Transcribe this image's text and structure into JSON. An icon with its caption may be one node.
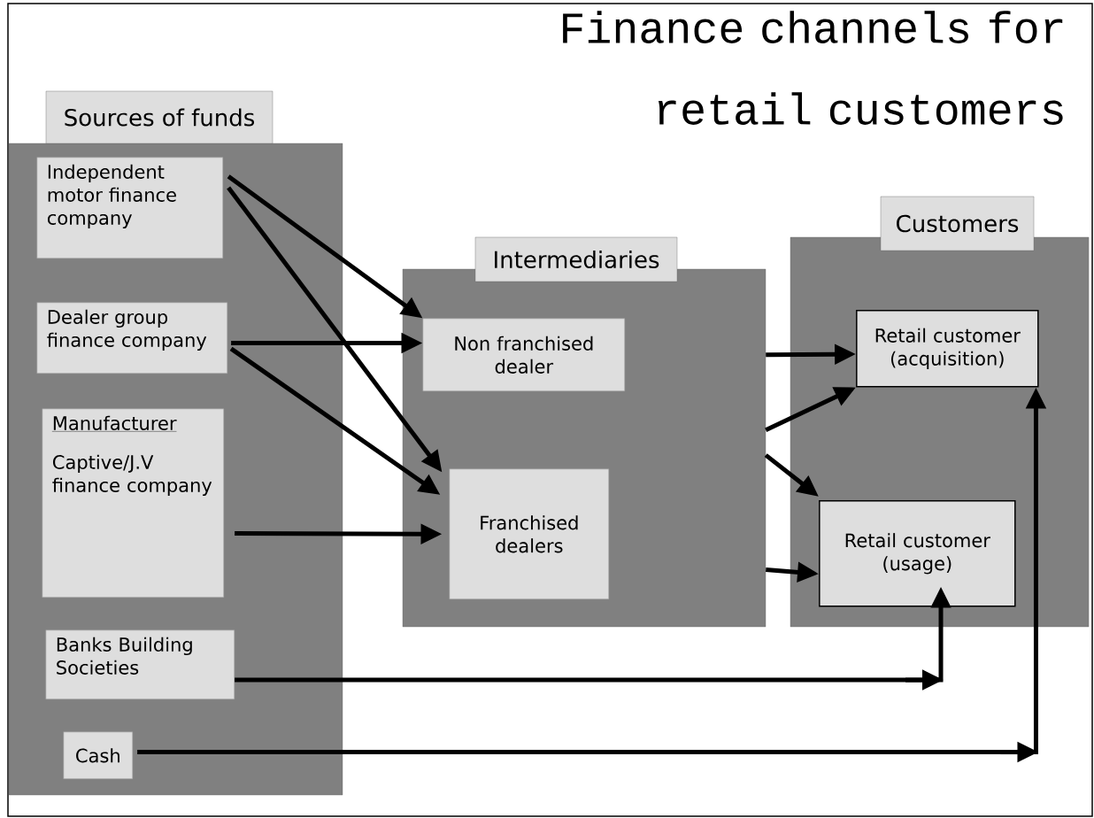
{
  "diagram": {
    "title": "Finance channels for retail customers",
    "nodes": [
      {
        "text": [
          "Sources of funds"
        ]
      },
      {
        "text": [
          "Independent motor finance company"
        ],
        "in": 0
      },
      {
        "text": [
          "Dealer group finance company"
        ],
        "in": 0
      },
      {
        "text": [
          "Manufacturer",
          "Captive/J.V finance company"
        ],
        "in": 0
      },
      {
        "text": [
          "Banks Building Societies"
        ],
        "in": 0
      },
      {
        "text": [
          "Cash"
        ],
        "in": 0
      },
      {
        "text": [
          "Intermediaries"
        ]
      },
      {
        "text": [
          "Non franchised dealer"
        ],
        "in": 6
      },
      {
        "text": [
          "Franchised dealers"
        ],
        "in": 6
      },
      {
        "text": [
          "Customers"
        ]
      },
      {
        "text": [
          "Retail customer (acquisition)"
        ],
        "in": 9
      },
      {
        "text": [
          "Retail customer (usage)"
        ],
        "in": 9
      }
    ],
    "edges": [
      {
        "from": 1,
        "to": 7,
        "arrow": "to"
      },
      {
        "from": 1,
        "to": 8,
        "arrow": "to"
      },
      {
        "from": 2,
        "to": 7,
        "arrow": "to"
      },
      {
        "from": 2,
        "to": 8,
        "arrow": "to"
      },
      {
        "from": 3,
        "to": 8,
        "arrow": "to"
      },
      {
        "from": 6,
        "to": 10,
        "arrow": "to"
      },
      {
        "from": 6,
        "to": 10,
        "arrow": "to"
      },
      {
        "from": 6,
        "to": 11,
        "arrow": "to"
      },
      {
        "from": 6,
        "to": 11,
        "arrow": "to"
      },
      {
        "from": 4,
        "to": 11,
        "arrow": "to"
      },
      {
        "from": 5,
        "to": 10,
        "arrow": "to"
      }
    ]
  }
}
